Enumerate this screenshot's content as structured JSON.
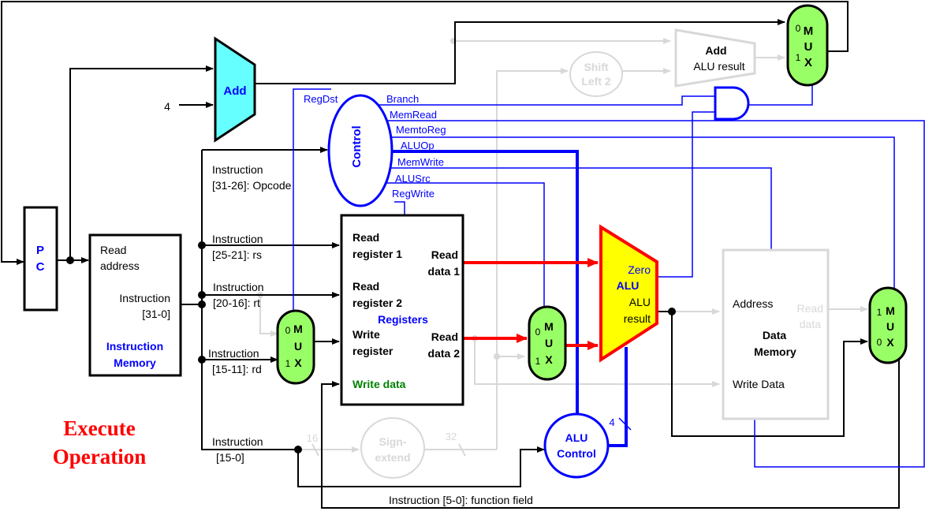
{
  "title": {
    "line1": "Execute",
    "line2": "Operation",
    "color": "#ff0000"
  },
  "colors": {
    "wire": "#000000",
    "control": "#0000ff",
    "inactive": "#d8d8d8",
    "active_data": "#ff0000",
    "adder_fill": "#66ffff",
    "alu_fill": "#ffff00",
    "mux_fill": "#99ff66",
    "write_data_label": "#008000"
  },
  "pc": {
    "line1": "P",
    "line2": "C"
  },
  "pc_adder": {
    "label": "Add",
    "constant": "4"
  },
  "instruction_memory": {
    "read_address_1": "Read",
    "read_address_2": "address",
    "instruction_1": "Instruction",
    "instruction_2": "[31-0]",
    "name_1": "Instruction",
    "name_2": "Memory"
  },
  "instruction_fields": {
    "opcode_1": "Instruction",
    "opcode_2": "[31-26]: Opcode",
    "rs_1": "Instruction",
    "rs_2": "[25-21]: rs",
    "rt_1": "Instruction",
    "rt_2": "[20-16]: rt",
    "rd_1": "Instruction",
    "rd_2": "[15-11]: rd",
    "imm_1": "Instruction",
    "imm_2": "[15-0]",
    "funct": "Instruction  [5-0]: function field"
  },
  "control": {
    "label": "Control",
    "signals": [
      "RegDst",
      "Branch",
      "MemRead",
      "MemtoReg",
      "ALUOp",
      "MemWrite",
      "ALUSrc",
      "RegWrite"
    ]
  },
  "registers": {
    "read_reg1_1": "Read",
    "read_reg1_2": "register 1",
    "read_reg2_1": "Read",
    "read_reg2_2": "register 2",
    "write_reg_1": "Write",
    "write_reg_2": "register",
    "write_data": "Write data",
    "read_data1_1": "Read",
    "read_data1_2": "data 1",
    "read_data2_1": "Read",
    "read_data2_2": "data 2",
    "name": "Registers"
  },
  "mux": {
    "m": "M",
    "u": "U",
    "x": "X",
    "zero": "0",
    "one": "1"
  },
  "alu": {
    "zero": "Zero",
    "name": "ALU",
    "result_1": "ALU",
    "result_2": "result"
  },
  "alu_control": {
    "line1": "ALU",
    "line2": "Control",
    "width": "4"
  },
  "branch_adder": {
    "line1": "Add",
    "line2": "ALU result"
  },
  "shift_left": {
    "line1": "Shift",
    "line2": "Left 2"
  },
  "sign_extend": {
    "line1": "Sign-",
    "line2": "extend",
    "in_width": "16",
    "out_width": "32"
  },
  "data_memory": {
    "address": "Address",
    "read_data_1": "Read",
    "read_data_2": "data",
    "name_1": "Data",
    "name_2": "Memory",
    "write_data": "Write Data"
  }
}
